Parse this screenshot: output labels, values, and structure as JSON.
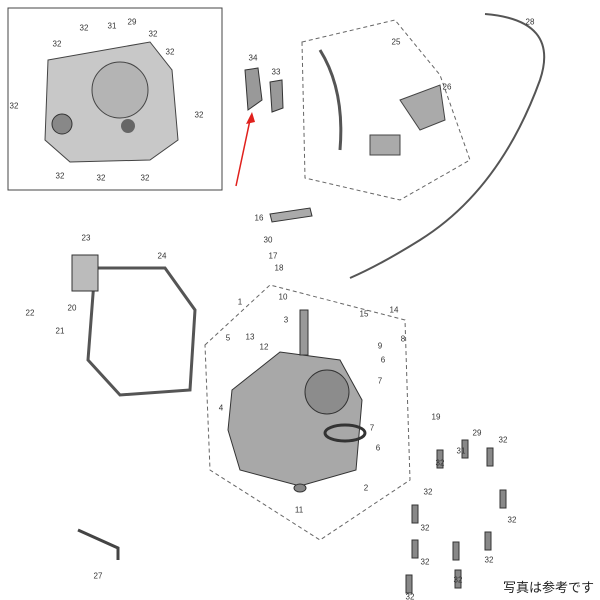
{
  "diagram": {
    "inset_labels": [
      "32",
      "32",
      "31",
      "29",
      "32",
      "32",
      "32",
      "32",
      "32",
      "32",
      "32"
    ],
    "part_labels": [
      "34",
      "33",
      "25",
      "26",
      "28",
      "16",
      "30",
      "17",
      "18",
      "23",
      "24",
      "22",
      "20",
      "21",
      "1",
      "10",
      "14",
      "3",
      "15",
      "13",
      "12",
      "5",
      "8",
      "9",
      "6",
      "7",
      "7",
      "6",
      "4",
      "19",
      "29",
      "31",
      "32",
      "32",
      "32",
      "32",
      "32",
      "32",
      "32",
      "32",
      "32",
      "2",
      "11",
      "27"
    ],
    "caption": "写真は参考です",
    "colors": {
      "arrow": "#e0201c",
      "line": "#555555",
      "part": "#9a9a9a"
    }
  }
}
